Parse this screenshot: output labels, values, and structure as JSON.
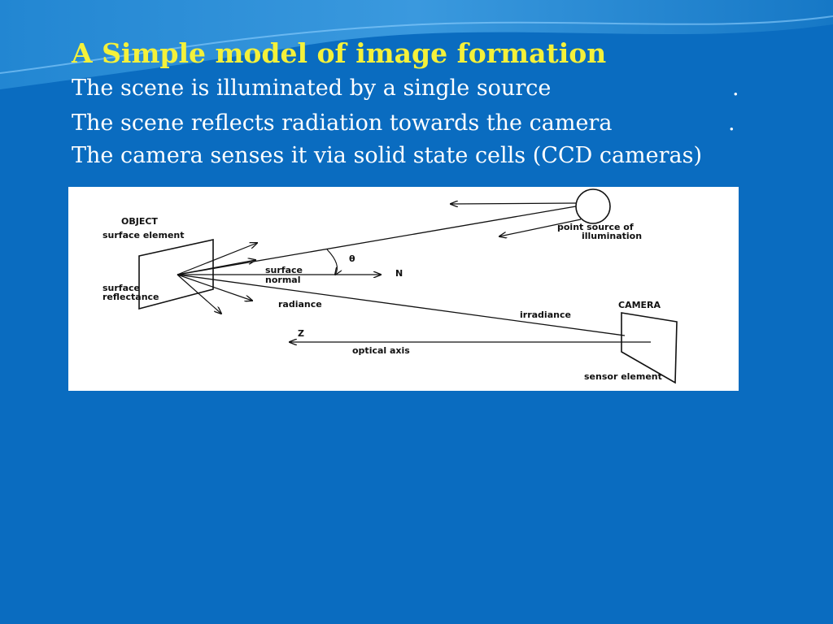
{
  "slide": {
    "title": "A Simple model of image formation",
    "bullets": [
      "The scene is illuminated by a single source",
      "The scene reflects radiation towards the camera",
      "The camera senses it via solid state cells (CCD cameras)"
    ],
    "trailing_dot": ".",
    "colors": {
      "background": "#0a6cc0",
      "title": "#f4f13a",
      "text": "#ffffff"
    }
  },
  "diagram": {
    "object_label": "OBJECT",
    "surface_element": "surface element",
    "surface_reflectance_1": "surface",
    "surface_reflectance_2": "reflectance",
    "surface_normal_1": "surface",
    "surface_normal_2": "normal",
    "normal_symbol": "N",
    "theta": "θ",
    "radiance": "radiance",
    "irradiance": "irradiance",
    "point_source_1": "point source of",
    "point_source_2": "illumination",
    "camera": "CAMERA",
    "z_axis": "Z",
    "optical_axis": "optical axis",
    "sensor_element": "sensor element"
  }
}
